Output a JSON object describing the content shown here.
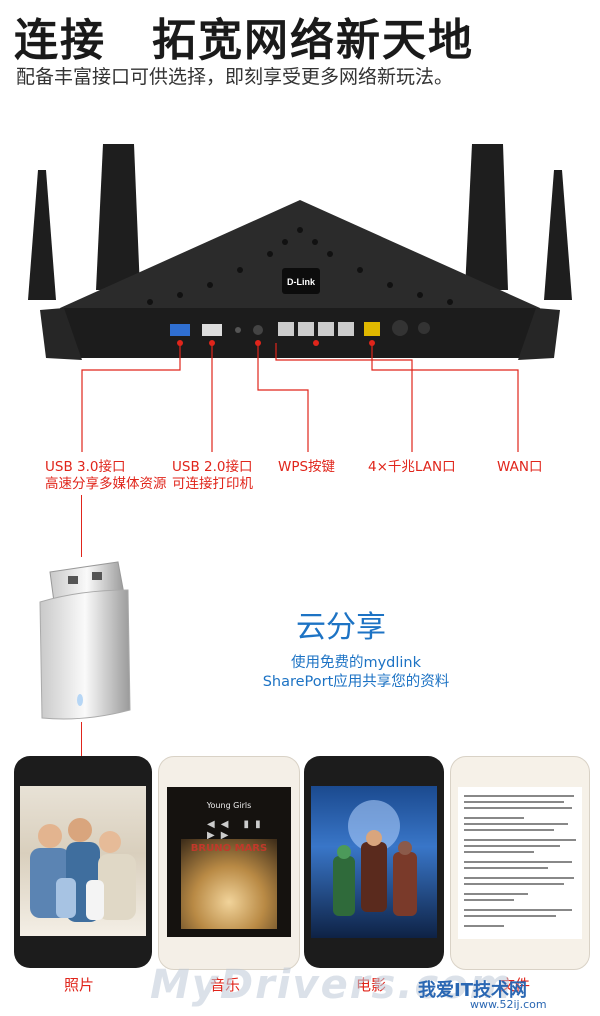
{
  "header": {
    "title": "连接　拓宽网络新天地",
    "subtitle": "配备丰富接口可供选择，即刻享受更多网络新玩法。"
  },
  "router": {
    "brand": "D-Link"
  },
  "ports": [
    {
      "line1": "USB 3.0接口",
      "line2": "高速分享多媒体资源"
    },
    {
      "line1": "USB 2.0接口",
      "line2": "可连接打印机"
    },
    {
      "line1": "WPS按键",
      "line2": ""
    },
    {
      "line1": "4×千兆LAN口",
      "line2": ""
    },
    {
      "line1": "WAN口",
      "line2": ""
    }
  ],
  "cloud": {
    "title": "云分享",
    "desc_line1": "使用免费的mydlink",
    "desc_line2": "SharePort应用共享您的资料"
  },
  "phones": [
    {
      "label": "照片"
    },
    {
      "label": "音乐",
      "song": "Young Girls",
      "artist": "BRUNO MARS"
    },
    {
      "label": "电影"
    },
    {
      "label": "文件"
    }
  ],
  "watermark": {
    "main": "MyDrivers.com",
    "cn": "我爱IT技术网",
    "url": "www.52ij.com"
  },
  "colors": {
    "accent_red": "#e0251b",
    "accent_blue": "#1d73c4"
  }
}
